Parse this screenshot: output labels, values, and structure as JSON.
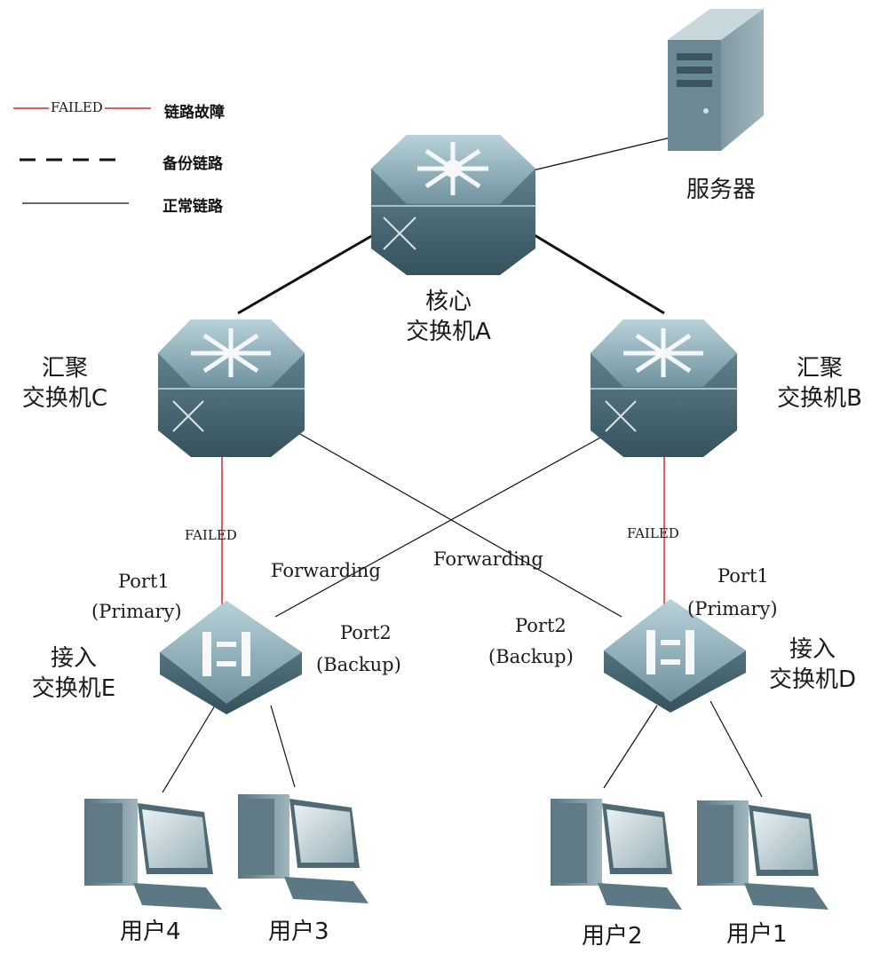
{
  "legend": {
    "failed_tag": "FAILED",
    "failed_desc": "链路故障",
    "backup_desc": "备份链路",
    "normal_desc": "正常链路"
  },
  "nodes": {
    "core": {
      "line1": "核心",
      "line2": "交换机A"
    },
    "agg_c": {
      "line1": "汇聚",
      "line2": "交换机C"
    },
    "agg_b": {
      "line1": "汇聚",
      "line2": "交换机B"
    },
    "access_e": {
      "line1": "接入",
      "line2": "交换机E"
    },
    "access_d": {
      "line1": "接入",
      "line2": "交换机D"
    },
    "server": {
      "label": "服务器"
    },
    "users": [
      "用户4",
      "用户3",
      "用户2",
      "用户1"
    ]
  },
  "links": {
    "failed_left": "FAILED",
    "failed_right": "FAILED",
    "forwarding_left": "Forwarding",
    "forwarding_right": "Forwarding"
  },
  "ports": {
    "e_port1": "Port1",
    "e_port1_role": "(Primary)",
    "e_port2": "Port2",
    "e_port2_role": "(Backup)",
    "d_port1": "Port1",
    "d_port1_role": "(Primary)",
    "d_port2": "Port2",
    "d_port2_role": "(Backup)"
  },
  "colors": {
    "failed_link": "#d62b2b",
    "normal_link": "#111111",
    "switch_body": "#5f7f8c",
    "switch_top": "#8fb0bb"
  }
}
